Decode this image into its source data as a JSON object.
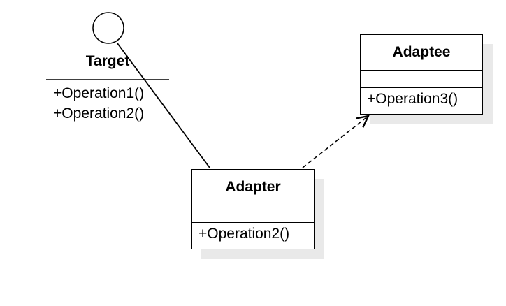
{
  "diagram": {
    "target": {
      "title": "Target",
      "operations": [
        "+Operation1()",
        "+Operation2()"
      ]
    },
    "adaptee": {
      "title": "Adaptee",
      "operations": [
        "+Operation3()"
      ]
    },
    "adapter": {
      "title": "Adapter",
      "operations": [
        "+Operation2()"
      ]
    }
  }
}
